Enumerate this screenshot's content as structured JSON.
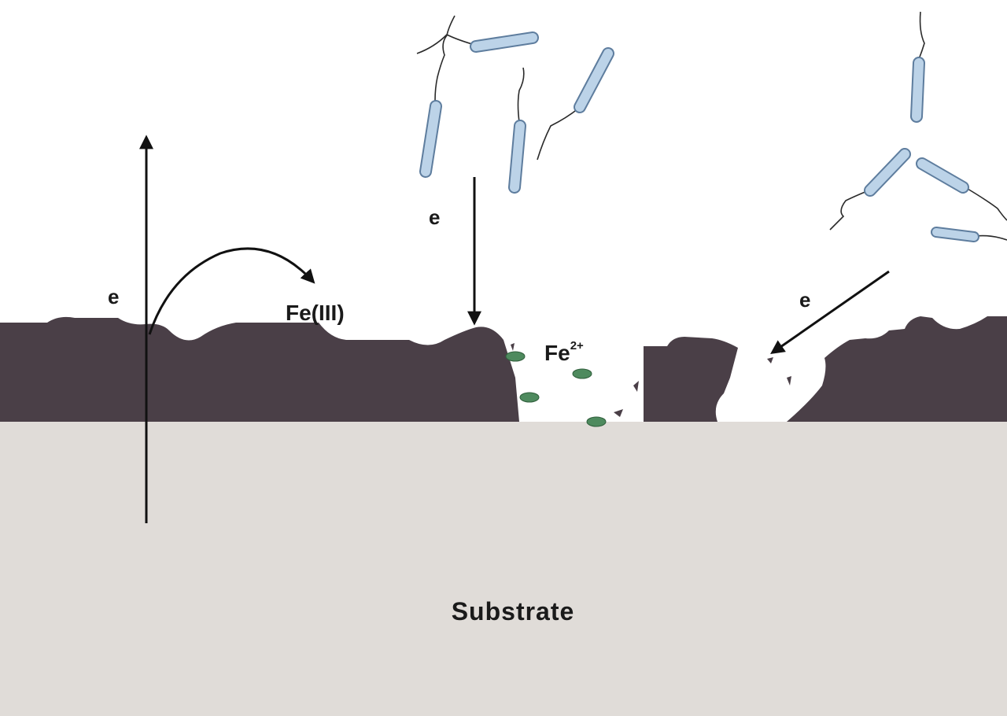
{
  "labels": {
    "electron_up": "e",
    "fe_iii": "Fe(III)",
    "electron_down": "e",
    "fe2_base": "Fe",
    "fe2_charge": "2+",
    "electron_diag": "e",
    "substrate": "Substrate"
  },
  "colors": {
    "background": "#ffffff",
    "substrate": "#e0dcd8",
    "corrosion_layer": "#4a3f47",
    "bacteria_fill": "#bcd3e8",
    "bacteria_stroke": "#5e7d9e",
    "ferrous_ion": "#4e8a5e",
    "arrow": "#111111"
  },
  "icons": [
    "bacteria-icon",
    "ferrous-ion-icon",
    "electron-arrow-icon"
  ]
}
